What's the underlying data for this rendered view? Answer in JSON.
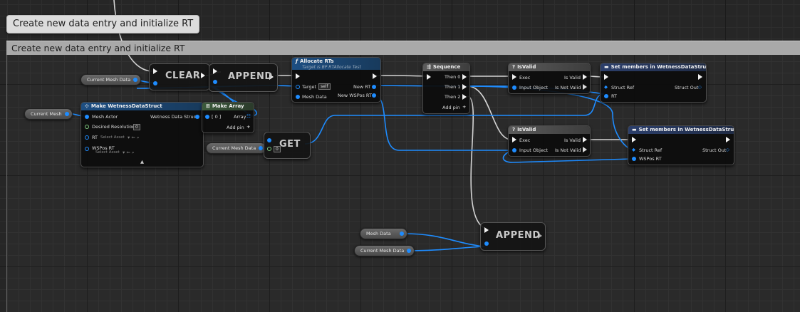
{
  "comment": {
    "tooltip": "Create new data entry and initialize RT",
    "header": "Create new data entry and initialize RT"
  },
  "colors": {
    "exec_wire": "#d8d8d8",
    "struct_wire": "#1e8cff",
    "object_wire": "#1e8cff",
    "canvas": "#262626"
  },
  "vars": {
    "current_mesh_data_1": "Current Mesh Data",
    "current_mesh": "Current Mesh",
    "current_mesh_data_2": "Current Mesh Data",
    "mesh_data": "Mesh Data",
    "current_mesh_data_3": "Current Mesh Data"
  },
  "clear": {
    "label": "CLEAR"
  },
  "append1": {
    "label": "APPEND"
  },
  "append2": {
    "label": "APPEND"
  },
  "get": {
    "label": "GET",
    "index": "0"
  },
  "make_struct": {
    "title": "Make WetnessDataStruct",
    "pins": {
      "mesh_actor": "Mesh Actor",
      "desired_resolution": "Desired Resolution",
      "desired_resolution_value": "0",
      "rt": "RT",
      "rt_select": "Select Asset",
      "wspos_rt": "WSPos RT",
      "wspos_select": "Select Asset",
      "output": "Wetness Data Struct"
    },
    "expand": "▲"
  },
  "make_array": {
    "title": "Make Array",
    "index": "[ 0 ]",
    "array": "Array",
    "add_pin": "Add pin"
  },
  "allocate": {
    "title": "Allocate RTs",
    "subtitle": "Target is BP RTAllocate Test",
    "target": "Target",
    "target_value": "self",
    "mesh_data": "Mesh Data",
    "new_rt": "New RT",
    "new_wspos_rt": "New WSPos RT"
  },
  "sequence": {
    "title": "Sequence",
    "then0": "Then 0",
    "then1": "Then 1",
    "then2": "Then 2",
    "add_pin": "Add pin"
  },
  "isvalid1": {
    "title": "IsValid",
    "exec": "Exec",
    "input_object": "Input Object",
    "is_valid": "Is Valid",
    "is_not_valid": "Is Not Valid"
  },
  "isvalid2": {
    "title": "IsValid",
    "exec": "Exec",
    "input_object": "Input Object",
    "is_valid": "Is Valid",
    "is_not_valid": "Is Not Valid"
  },
  "setmembers1": {
    "title": "Set members in WetnessDataStruct",
    "struct_ref": "Struct Ref",
    "struct_out": "Struct Out",
    "rt": "RT"
  },
  "setmembers2": {
    "title": "Set members in WetnessDataStruct",
    "struct_ref": "Struct Ref",
    "struct_out": "Struct Out",
    "wspos_rt": "WSPos RT"
  }
}
